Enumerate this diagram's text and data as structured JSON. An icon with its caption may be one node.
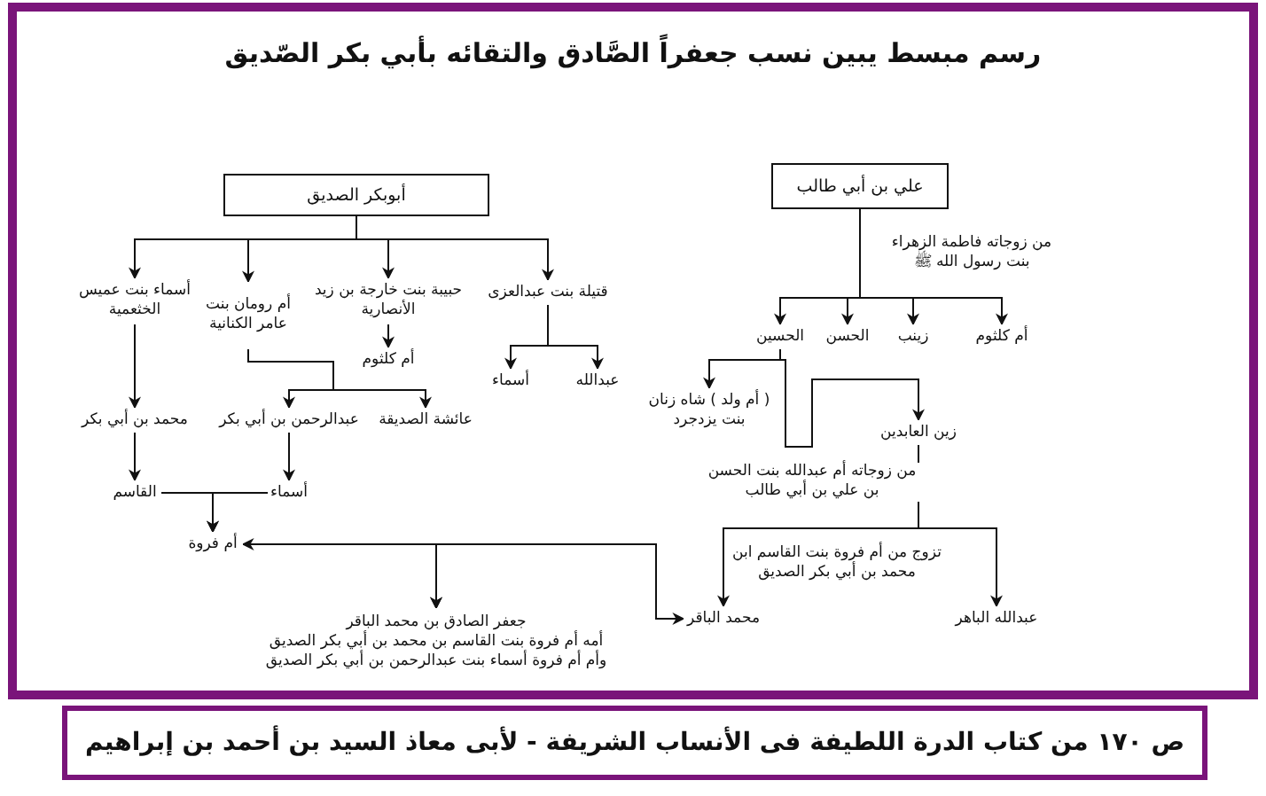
{
  "diagram": {
    "title": "رسم مبسط يبين نسب جعفراً الصَّادق والتقائه بأبي بكر الصّديق",
    "caption": "ص ١٧٠  من كتاب الدرة اللطيفة فى الأنساب الشريفة - لأبى معاذ السيد بن أحمد بن إبراهيم",
    "nodes": [
      {
        "text": [
          "أبوبكر الصديق"
        ]
      },
      {
        "text": [
          "علي بن أبي طالب"
        ]
      },
      {
        "text": [
          "قتيلة بنت عبدالعزى"
        ]
      },
      {
        "text": [
          "حبيبة بنت خارجة بن زيد الأنصارية"
        ]
      },
      {
        "text": [
          "أم رومان بنت عامر الكنانية"
        ]
      },
      {
        "text": [
          "أسماء بنت عميس الخثعمية"
        ]
      },
      {
        "text": [
          "عبدالله"
        ]
      },
      {
        "text": [
          "أسماء"
        ]
      },
      {
        "text": [
          "أم كلثوم"
        ]
      },
      {
        "text": [
          "عائشة الصديقة"
        ]
      },
      {
        "text": [
          "عبدالرحمن بن أبي بكر"
        ]
      },
      {
        "text": [
          "محمد بن أبي بكر"
        ]
      },
      {
        "text": [
          "القاسم"
        ]
      },
      {
        "text": [
          "أسماء"
        ]
      },
      {
        "text": [
          "أم فروة"
        ]
      },
      {
        "text": [
          "أم كلثوم"
        ]
      },
      {
        "text": [
          "زينب"
        ]
      },
      {
        "text": [
          "الحسن"
        ]
      },
      {
        "text": [
          "الحسين"
        ]
      },
      {
        "text": [
          "( أم ولد ) شاه زنان بنت يزدجرد"
        ]
      },
      {
        "text": [
          "زين العابدين"
        ]
      },
      {
        "text": [
          "محمد الباقر"
        ]
      },
      {
        "text": [
          "عبدالله الباهر"
        ]
      },
      {
        "text": [
          "جعفر الصادق بن محمد الباقر",
          "أمه أم فروة بنت القاسم بن محمد بن أبي بكر الصديق",
          "وأم أم فروة أسماء بنت عبدالرحمن بن أبي بكر الصديق"
        ]
      }
    ],
    "edges": [
      {
        "from": 0,
        "to": 2,
        "arrow": "to"
      },
      {
        "from": 0,
        "to": 3,
        "arrow": "to"
      },
      {
        "from": 0,
        "to": 4,
        "arrow": "to"
      },
      {
        "from": 0,
        "to": 5,
        "arrow": "to"
      },
      {
        "from": 2,
        "to": 6,
        "arrow": "to"
      },
      {
        "from": 2,
        "to": 7,
        "arrow": "to"
      },
      {
        "from": 3,
        "to": 8,
        "arrow": "to"
      },
      {
        "from": 4,
        "to": 9,
        "arrow": "to"
      },
      {
        "from": 4,
        "to": 10,
        "arrow": "to"
      },
      {
        "from": 5,
        "to": 11,
        "arrow": "to"
      },
      {
        "from": 11,
        "to": 12,
        "arrow": "to"
      },
      {
        "from": 10,
        "to": 13,
        "arrow": "to"
      },
      {
        "from": 12,
        "to": 14,
        "arrow": "to"
      },
      {
        "from": 13,
        "to": 14,
        "arrow": "to"
      },
      {
        "from": 1,
        "to": 15,
        "arrow": "to",
        "label": "من زوجاته فاطمة الزهراء بنت رسول الله ﷺ"
      },
      {
        "from": 1,
        "to": 16,
        "arrow": "to"
      },
      {
        "from": 1,
        "to": 17,
        "arrow": "to"
      },
      {
        "from": 1,
        "to": 18,
        "arrow": "to"
      },
      {
        "from": 18,
        "to": 19,
        "arrow": "to"
      },
      {
        "from": 18,
        "to": 20,
        "arrow": "to"
      },
      {
        "from": 20,
        "to": 21,
        "arrow": "to",
        "label": "من زوجاته أم عبدالله بنت الحسن بن علي بن أبي طالب"
      },
      {
        "from": 20,
        "to": 22,
        "arrow": "to"
      },
      {
        "from": 14,
        "to": 21,
        "arrow": "both"
      },
      {
        "from": 14,
        "to": 23,
        "arrow": "to"
      },
      {
        "from": 21,
        "to": 23,
        "arrow": "to"
      }
    ],
    "labels": [
      "تزوج من أم فروة بنت القاسم ابن محمد بن أبي بكر الصديق"
    ]
  }
}
